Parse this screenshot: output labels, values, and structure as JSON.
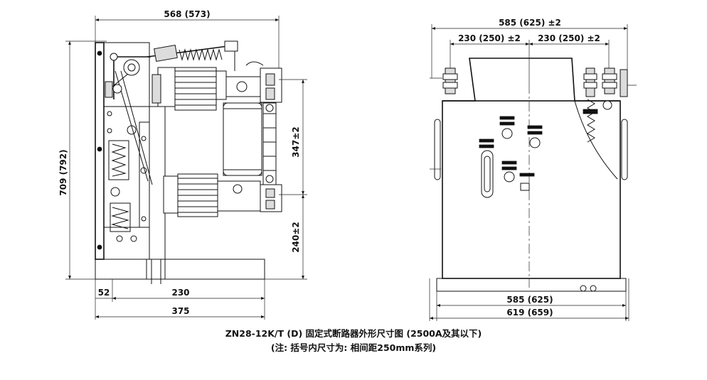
{
  "side_view": {
    "overall_width": "568 (573)",
    "overall_height": "709 (792)",
    "pole_pitch_upper": "347±2",
    "pole_pitch_lower": "240±2",
    "base_offset": "52",
    "base_inner": "230",
    "base_total": "375"
  },
  "front_view": {
    "overall_width": "585 (625) ±2",
    "phase_left": "230 (250) ±2",
    "phase_right": "230 (250) ±2",
    "base_width": "585 (625)",
    "total_width": "619 (659)"
  },
  "caption": {
    "line1": "ZN28-12K/T (D) 固定式断路器外形尺寸图 (2500A及其以下)",
    "line2": "(注: 括号内尺寸为: 相间距250mm系列)"
  }
}
